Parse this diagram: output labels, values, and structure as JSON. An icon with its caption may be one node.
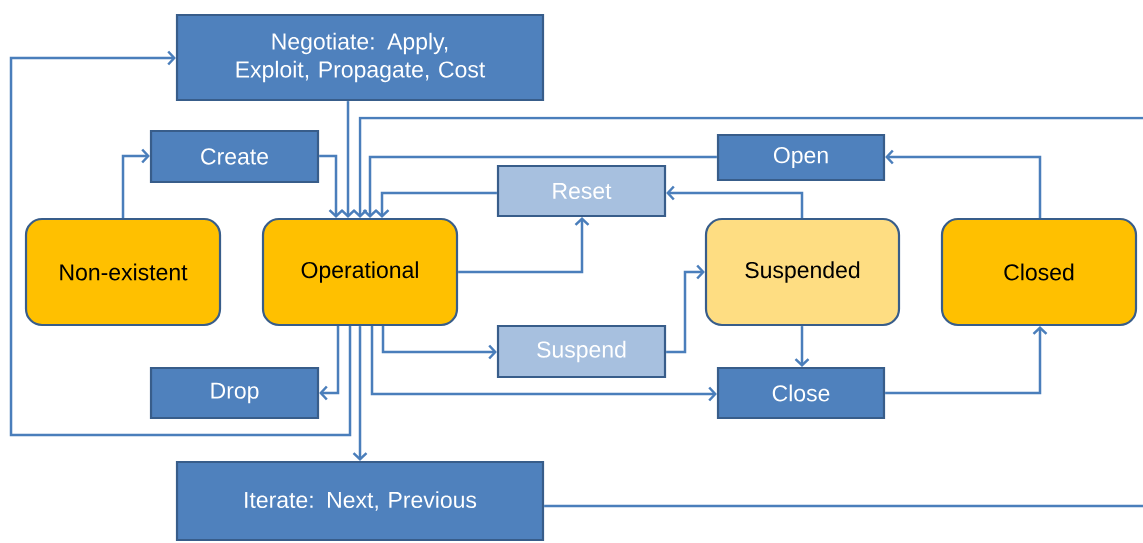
{
  "diagram": {
    "nodes": [
      {
        "text": [
          "Negotiate: Apply, Exploit, Propagate, Cost"
        ]
      },
      {
        "text": [
          "Create"
        ]
      },
      {
        "text": [
          "Open"
        ]
      },
      {
        "text": [
          "Reset"
        ]
      },
      {
        "text": [
          "Non-existent"
        ]
      },
      {
        "text": [
          "Operational"
        ]
      },
      {
        "text": [
          "Suspended"
        ]
      },
      {
        "text": [
          "Closed"
        ]
      },
      {
        "text": [
          "Suspend"
        ]
      },
      {
        "text": [
          "Drop"
        ]
      },
      {
        "text": [
          "Close"
        ]
      },
      {
        "text": [
          "Iterate: Next, Previous"
        ]
      }
    ],
    "edges": [
      {
        "from": 4,
        "to": 1,
        "arrow": "to"
      },
      {
        "from": 1,
        "to": 5,
        "arrow": "to"
      },
      {
        "from": 0,
        "to": 5,
        "arrow": "to"
      },
      {
        "from": null,
        "to": 5,
        "arrow": "to"
      },
      {
        "from": 2,
        "to": 5,
        "arrow": "to"
      },
      {
        "from": 3,
        "to": 5,
        "arrow": "to"
      },
      {
        "from": 5,
        "to": 3,
        "arrow": "to"
      },
      {
        "from": 5,
        "to": 9,
        "arrow": "to"
      },
      {
        "from": 5,
        "to": 0,
        "arrow": "to"
      },
      {
        "from": 5,
        "to": 11,
        "arrow": "to"
      },
      {
        "from": 5,
        "to": 10,
        "arrow": "to"
      },
      {
        "from": 5,
        "to": 8,
        "arrow": "to"
      },
      {
        "from": 8,
        "to": 6,
        "arrow": "to"
      },
      {
        "from": 6,
        "to": 3,
        "arrow": "to"
      },
      {
        "from": 6,
        "to": 10,
        "arrow": "to"
      },
      {
        "from": 10,
        "to": 7,
        "arrow": "to"
      },
      {
        "from": 7,
        "to": 2,
        "arrow": "to"
      },
      {
        "from": 11,
        "to": null,
        "arrow": "none"
      }
    ]
  }
}
